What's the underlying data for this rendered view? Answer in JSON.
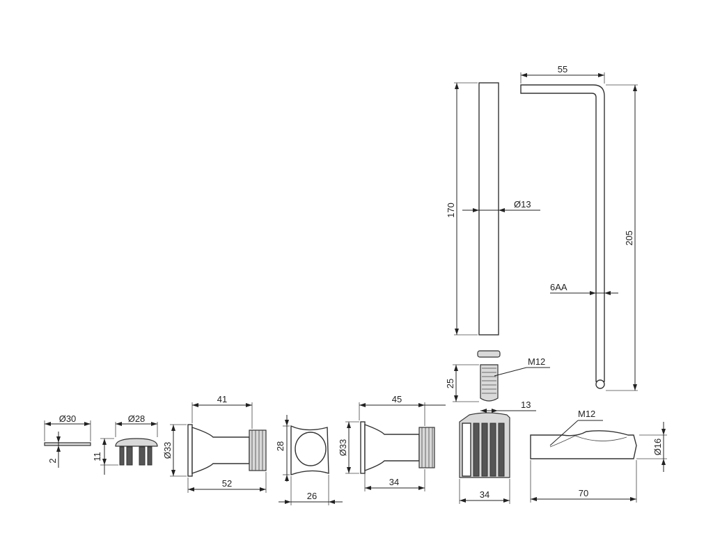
{
  "dimensions": {
    "rod_length": "170",
    "rod_diameter": "Ø13",
    "key_width": "55",
    "key_height": "205",
    "key_size": "6AA",
    "bolt_thread": "M12",
    "bolt_length": "25",
    "offset_13": "13",
    "washer_diameter": "Ø30",
    "washer_thickness": "2",
    "cap_diameter": "Ø28",
    "cap_height": "11",
    "conn1_top": "41",
    "conn1_diameter": "Ø33",
    "conn1_bottom": "52",
    "clip_height": "28",
    "clip_width": "26",
    "conn2_top": "45",
    "conn2_diameter": "Ø33",
    "conn2_bottom": "34",
    "hub_width": "34",
    "pin_thread": "M12",
    "pin_diameter": "Ø16",
    "pin_length": "70"
  }
}
